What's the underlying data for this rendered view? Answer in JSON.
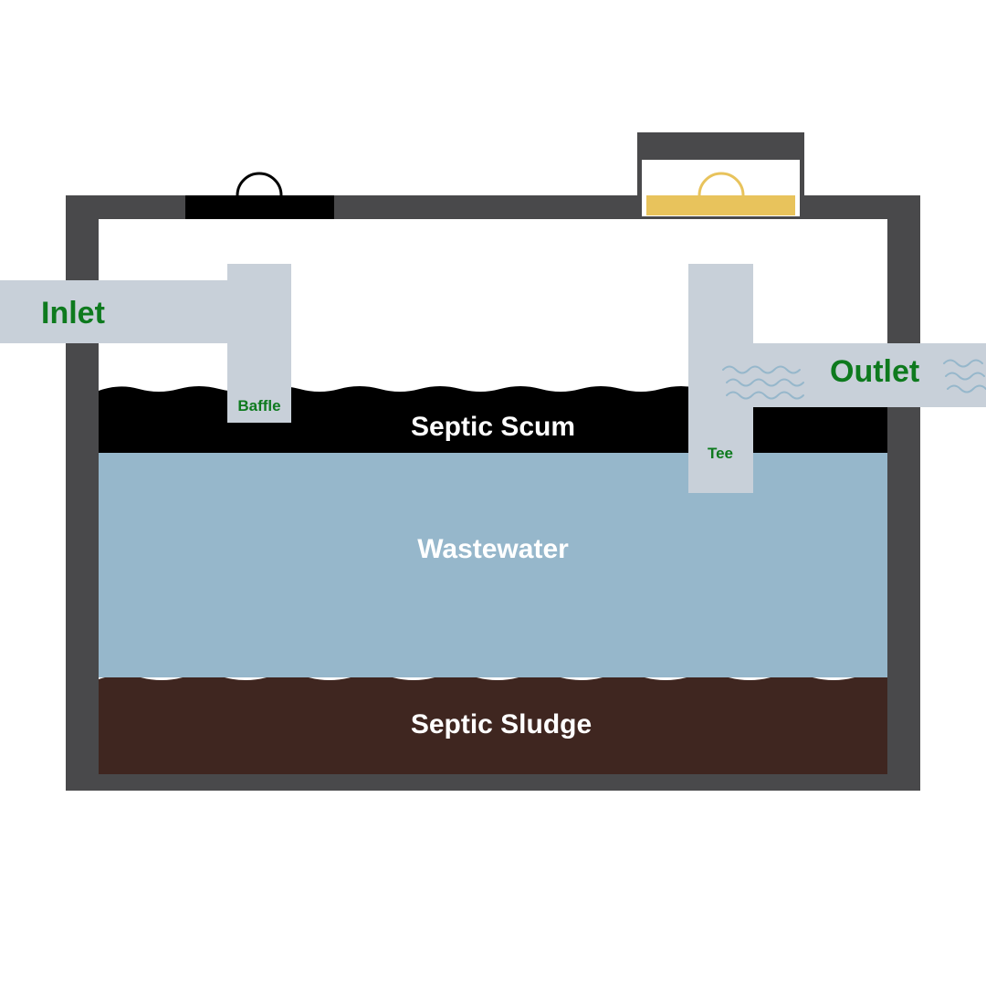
{
  "labels": {
    "inlet": "Inlet",
    "outlet": "Outlet",
    "baffle": "Baffle",
    "tee": "Tee",
    "scum": "Septic Scum",
    "wastewater": "Wastewater",
    "sludge": "Septic Sludge"
  },
  "colors": {
    "tank_wall": "#49494b",
    "pipe": "#c8d0d9",
    "scum": "#000000",
    "wastewater": "#96b7cb",
    "sludge": "#3f2620",
    "label_green": "#0e7a1e",
    "label_white": "#ffffff",
    "lid_yellow": "#e8c35c",
    "ripple": "#96b7cb"
  }
}
